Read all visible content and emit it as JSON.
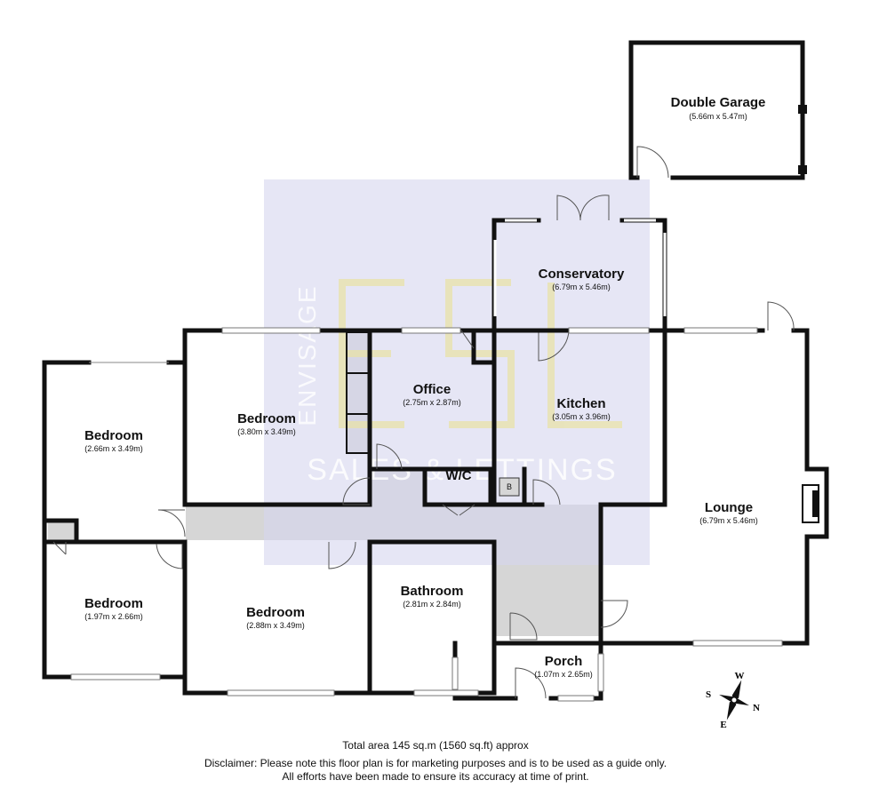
{
  "rooms": {
    "double_garage": {
      "name": "Double Garage",
      "dims": "(5.66m x 5.47m)"
    },
    "conservatory": {
      "name": "Conservatory",
      "dims": "(6.79m x 5.46m)"
    },
    "office": {
      "name": "Office",
      "dims": "(2.75m x 2.87m)"
    },
    "kitchen": {
      "name": "Kitchen",
      "dims": "(3.05m x 3.96m)"
    },
    "bedroom_mid": {
      "name": "Bedroom",
      "dims": "(3.80m x 3.49m)"
    },
    "bedroom_left": {
      "name": "Bedroom",
      "dims": "(2.66m x 3.49m)"
    },
    "wc": {
      "name": "W/C"
    },
    "lounge": {
      "name": "Lounge",
      "dims": "(6.79m x 5.46m)"
    },
    "bedroom_small": {
      "name": "Bedroom",
      "dims": "(1.97m x 2.66m)"
    },
    "bedroom_front": {
      "name": "Bedroom",
      "dims": "(2.88m x 3.49m)"
    },
    "bathroom": {
      "name": "Bathroom",
      "dims": "(2.81m x 2.84m)"
    },
    "porch": {
      "name": "Porch",
      "dims": "(1.07m x 2.65m)"
    }
  },
  "boiler_label": "B",
  "watermark": {
    "brand": "ENVISAGE",
    "tagline": "SALES & LETTINGS",
    "monogram": "ESL"
  },
  "compass": {
    "n": "N",
    "s": "S",
    "e": "E",
    "w": "W"
  },
  "footer": {
    "total_area": "Total area 145 sq.m (1560 sq.ft) approx",
    "disclaimer_1": "Disclaimer: Please note this floor plan is for marketing purposes and is to be used as a guide only.",
    "disclaimer_2": "All efforts have been made to ensure its accuracy at time of print."
  },
  "colors": {
    "watermark_panel": "#dcdcf0",
    "hallway": "#d6d6d6",
    "wall": "#111111"
  }
}
